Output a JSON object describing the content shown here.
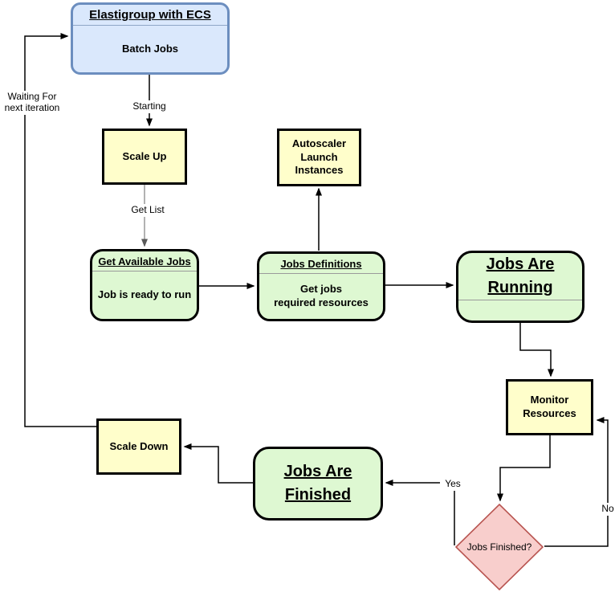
{
  "nodes": {
    "elastigroup": {
      "title": "Elastigroup with ECS",
      "body": "Batch Jobs"
    },
    "scale_up": {
      "label": "Scale Up"
    },
    "autoscaler": {
      "line1": "Autoscaler",
      "line2": "Launch",
      "line3": "Instances"
    },
    "get_available_jobs": {
      "title": "Get Available Jobs",
      "body": "Job is ready to run"
    },
    "jobs_definitions": {
      "title": "Jobs Definitions",
      "body_line1": "Get jobs",
      "body_line2": "required resources"
    },
    "jobs_are_running": {
      "line1": "Jobs Are",
      "line2": "Running"
    },
    "monitor_resources": {
      "line1": "Monitor",
      "line2": "Resources"
    },
    "jobs_finished": {
      "label": "Jobs Finished?"
    },
    "jobs_are_finished": {
      "line1": "Jobs Are",
      "line2": "Finished"
    },
    "scale_down": {
      "label": "Scale Down"
    }
  },
  "edge_labels": {
    "starting": "Starting",
    "get_list": "Get List",
    "waiting_line1": "Waiting For",
    "waiting_line2": "next iteration",
    "yes": "Yes",
    "no": "No"
  },
  "colors": {
    "start_fill": "#dae8fc",
    "start_border": "#6c8ebf",
    "process_fill": "#fffecb",
    "process_border": "#000000",
    "state_fill": "#def8d2",
    "state_border": "#000000",
    "decision_fill": "#f8cecc",
    "decision_border": "#b85450",
    "connector": "#000000",
    "connector_gray": "#999999"
  }
}
